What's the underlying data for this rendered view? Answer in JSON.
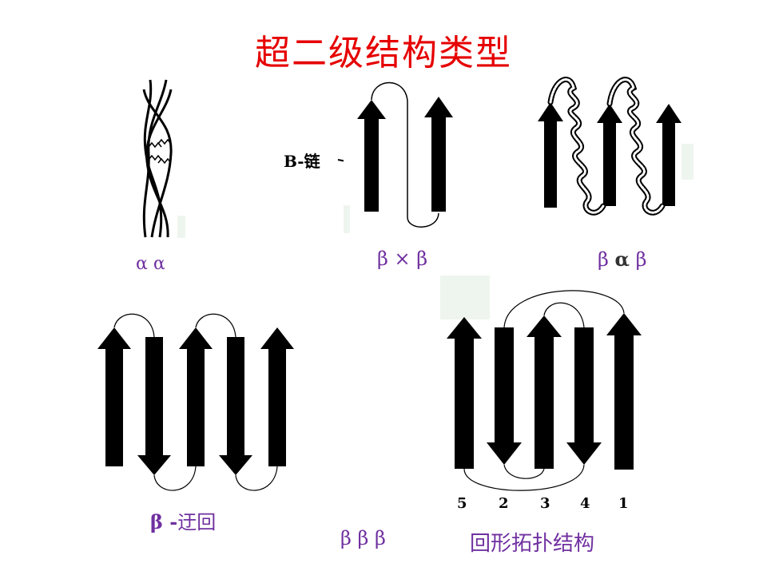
{
  "title": "超二级结构类型",
  "labels": {
    "alpha_alpha": "α α",
    "beta_x_beta": "β × β",
    "beta_alpha_beta_pre": "β",
    "beta_alpha_beta_alpha": "α",
    "beta_alpha_beta_post": "β",
    "b_chain": "B-链",
    "beta_meander_beta": "β -",
    "beta_meander_text": "迂回",
    "beta_beta_beta": "β β β",
    "greek_key": "回形拓扑结构"
  },
  "greek_key_strand_order": [
    "5",
    "2",
    "3",
    "4",
    "1"
  ]
}
